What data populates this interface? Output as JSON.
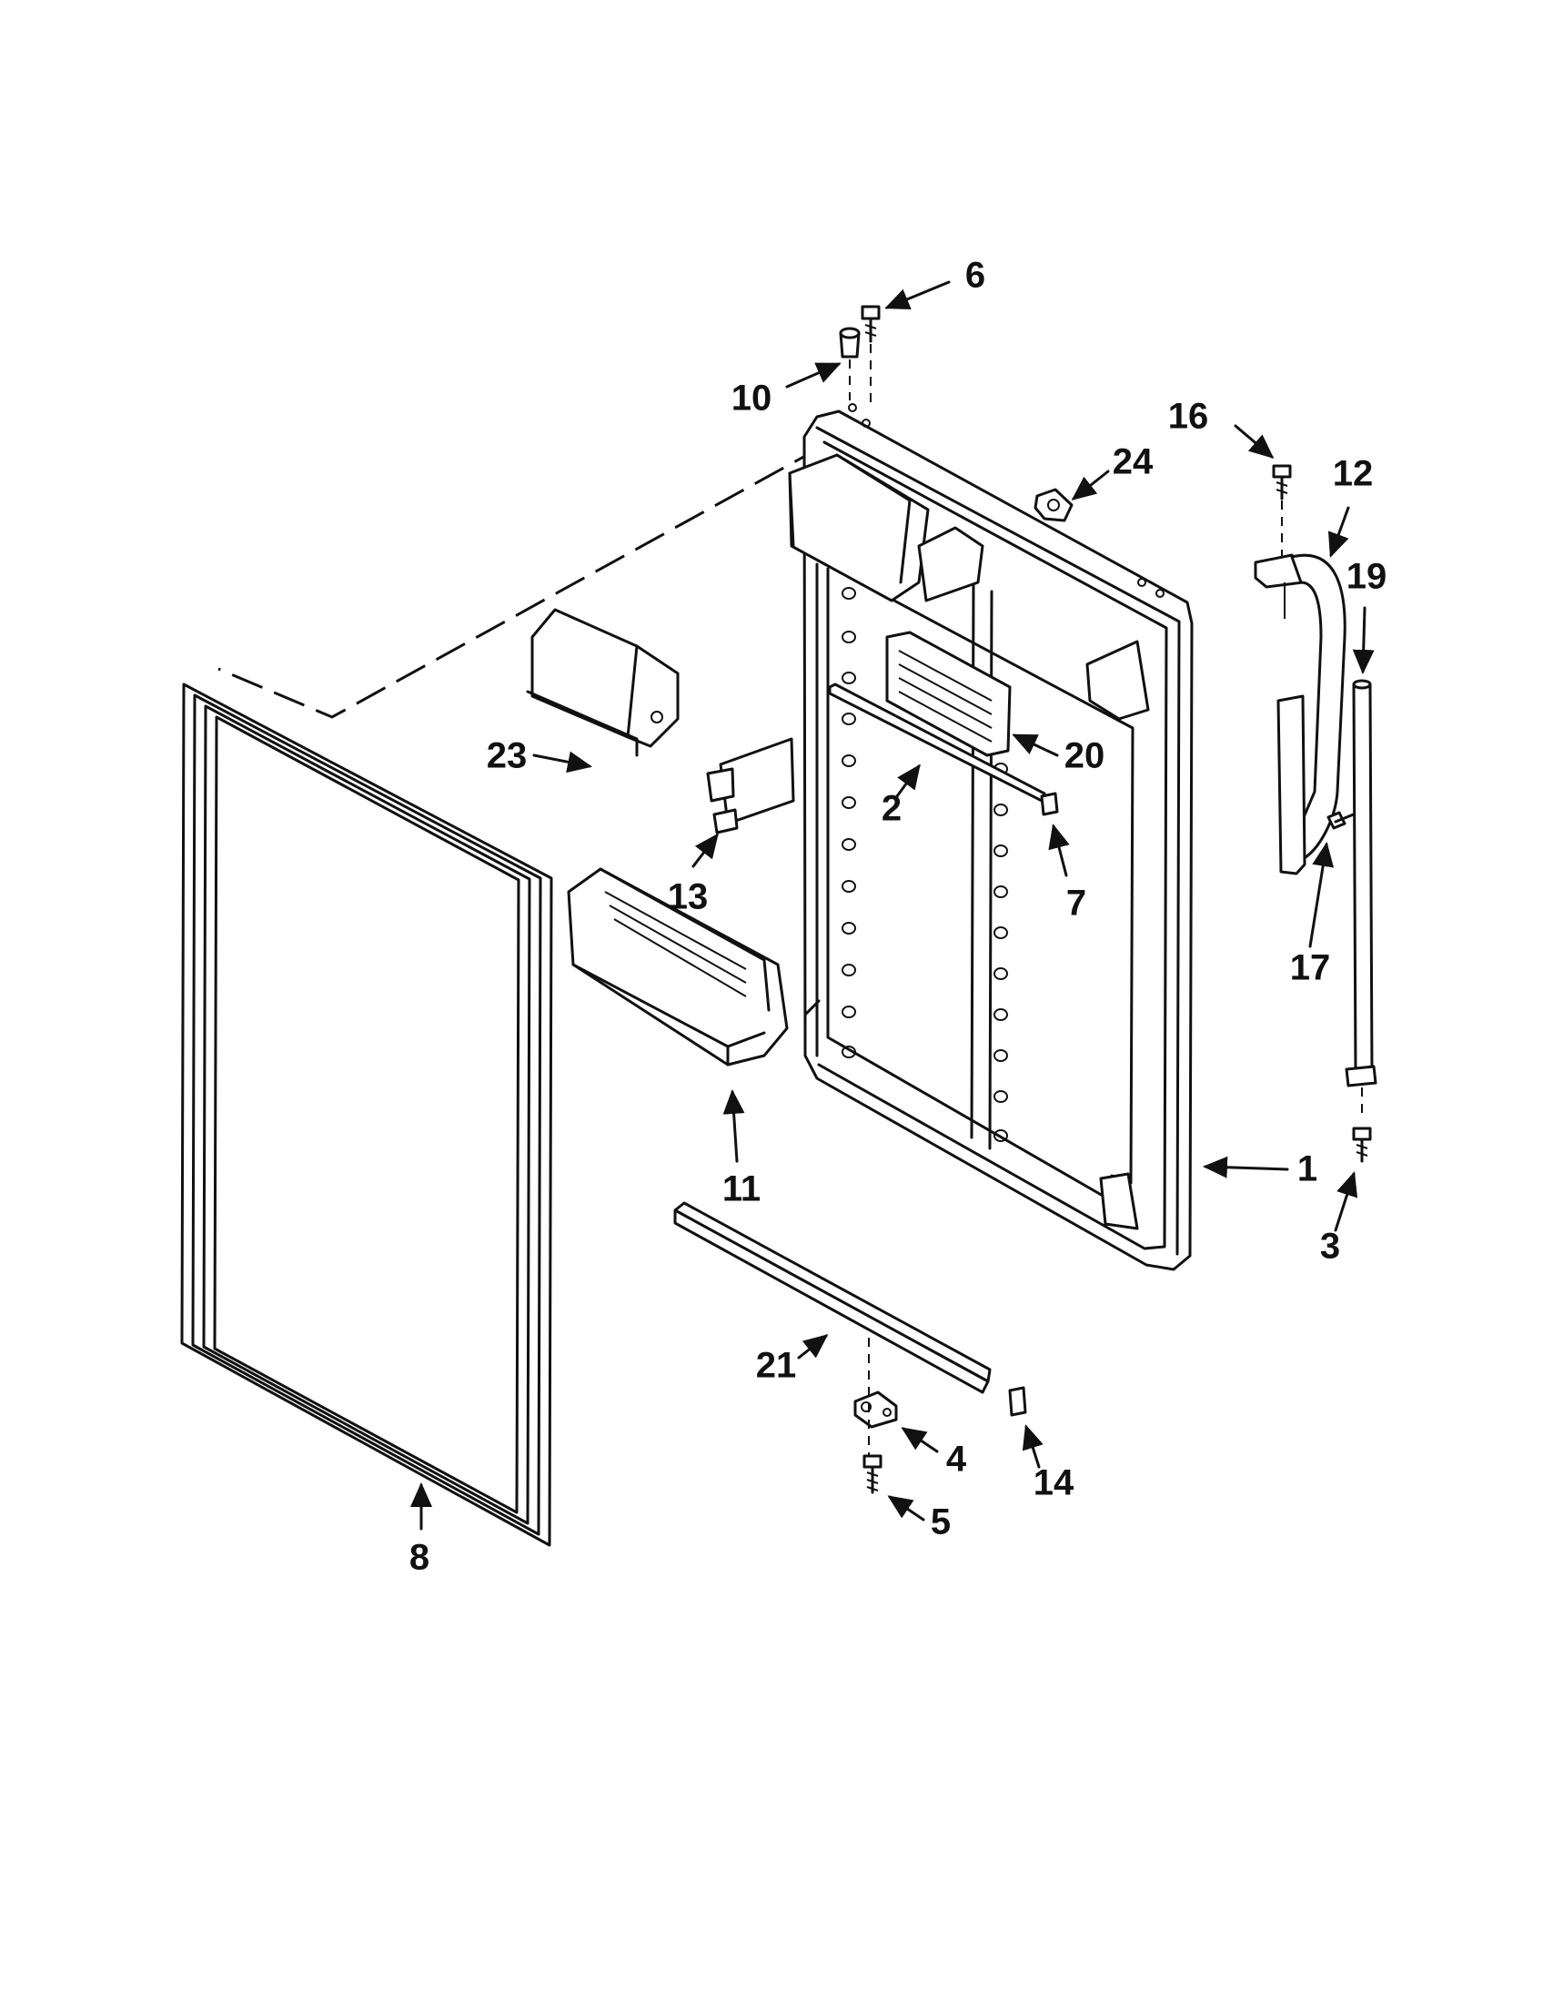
{
  "callouts": [
    {
      "id": "6",
      "label": "6"
    },
    {
      "id": "10",
      "label": "10"
    },
    {
      "id": "24",
      "label": "24"
    },
    {
      "id": "16",
      "label": "16"
    },
    {
      "id": "12",
      "label": "12"
    },
    {
      "id": "19",
      "label": "19"
    },
    {
      "id": "23",
      "label": "23"
    },
    {
      "id": "20",
      "label": "20"
    },
    {
      "id": "2",
      "label": "2"
    },
    {
      "id": "13",
      "label": "13"
    },
    {
      "id": "7",
      "label": "7"
    },
    {
      "id": "17",
      "label": "17"
    },
    {
      "id": "11",
      "label": "11"
    },
    {
      "id": "1",
      "label": "1"
    },
    {
      "id": "3",
      "label": "3"
    },
    {
      "id": "21",
      "label": "21"
    },
    {
      "id": "4",
      "label": "4"
    },
    {
      "id": "14",
      "label": "14"
    },
    {
      "id": "5",
      "label": "5"
    },
    {
      "id": "8",
      "label": "8"
    }
  ]
}
